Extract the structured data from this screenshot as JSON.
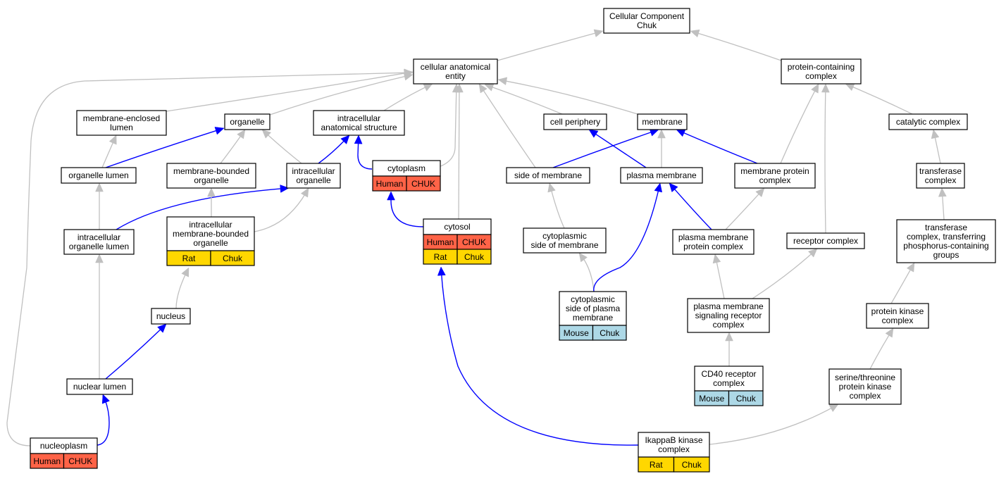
{
  "colors": {
    "human": "#ff6347",
    "rat": "#ffd700",
    "mouse": "#add8e6",
    "edge_is_a": "#c0c0c0",
    "edge_part_of": "#0000ff"
  },
  "nodes": [
    {
      "id": "cc",
      "lines": [
        "Cellular Component",
        "Chuk"
      ]
    },
    {
      "id": "cae",
      "lines": [
        "cellular anatomical",
        "entity"
      ]
    },
    {
      "id": "pcc",
      "lines": [
        "protein-containing",
        "complex"
      ]
    },
    {
      "id": "mel",
      "lines": [
        "membrane-enclosed",
        "lumen"
      ]
    },
    {
      "id": "org",
      "lines": [
        "organelle"
      ]
    },
    {
      "id": "ias",
      "lines": [
        "intracellular",
        "anatomical structure"
      ]
    },
    {
      "id": "cp",
      "lines": [
        "cell periphery"
      ]
    },
    {
      "id": "mem",
      "lines": [
        "membrane"
      ]
    },
    {
      "id": "catc",
      "lines": [
        "catalytic complex"
      ]
    },
    {
      "id": "orgl",
      "lines": [
        "organelle lumen"
      ]
    },
    {
      "id": "mbo",
      "lines": [
        "membrane-bounded",
        "organelle"
      ]
    },
    {
      "id": "io",
      "lines": [
        "intracellular",
        "organelle"
      ]
    },
    {
      "id": "cyto",
      "lines": [
        "cytoplasm"
      ],
      "tags": [
        {
          "species": "Human",
          "gene": "CHUK"
        }
      ]
    },
    {
      "id": "som",
      "lines": [
        "side of membrane"
      ]
    },
    {
      "id": "pm",
      "lines": [
        "plasma membrane"
      ]
    },
    {
      "id": "mpc",
      "lines": [
        "membrane protein",
        "complex"
      ]
    },
    {
      "id": "tc",
      "lines": [
        "transferase",
        "complex"
      ]
    },
    {
      "id": "iol",
      "lines": [
        "intracellular",
        "organelle lumen"
      ]
    },
    {
      "id": "imbo",
      "lines": [
        "intracellular",
        "membrane-bounded",
        "organelle"
      ],
      "tags": [
        {
          "species": "Rat",
          "gene": "Chuk"
        }
      ]
    },
    {
      "id": "cytosol",
      "lines": [
        "cytosol"
      ],
      "tags": [
        {
          "species": "Human",
          "gene": "CHUK"
        },
        {
          "species": "Rat",
          "gene": "Chuk"
        }
      ]
    },
    {
      "id": "csom",
      "lines": [
        "cytoplasmic",
        "side of membrane"
      ]
    },
    {
      "id": "pmpc",
      "lines": [
        "plasma membrane",
        "protein complex"
      ]
    },
    {
      "id": "rc",
      "lines": [
        "receptor complex"
      ]
    },
    {
      "id": "tcpg",
      "lines": [
        "transferase",
        "complex, transferring",
        "phosphorus-containing",
        "groups"
      ]
    },
    {
      "id": "csopm",
      "lines": [
        "cytoplasmic",
        "side of plasma",
        "membrane"
      ],
      "tags": [
        {
          "species": "Mouse",
          "gene": "Chuk"
        }
      ]
    },
    {
      "id": "pmsrc",
      "lines": [
        "plasma membrane",
        "signaling receptor",
        "complex"
      ]
    },
    {
      "id": "nucleus",
      "lines": [
        "nucleus"
      ]
    },
    {
      "id": "pkc",
      "lines": [
        "protein kinase",
        "complex"
      ]
    },
    {
      "id": "nl",
      "lines": [
        "nuclear lumen"
      ]
    },
    {
      "id": "cd40",
      "lines": [
        "CD40 receptor",
        "complex"
      ],
      "tags": [
        {
          "species": "Mouse",
          "gene": "Chuk"
        }
      ]
    },
    {
      "id": "stpkc",
      "lines": [
        "serine/threonine",
        "protein kinase",
        "complex"
      ]
    },
    {
      "id": "np",
      "lines": [
        "nucleoplasm"
      ],
      "tags": [
        {
          "species": "Human",
          "gene": "CHUK"
        }
      ]
    },
    {
      "id": "ikk",
      "lines": [
        "IkappaB kinase",
        "complex"
      ],
      "tags": [
        {
          "species": "Rat",
          "gene": "Chuk"
        }
      ]
    }
  ],
  "edges": [
    {
      "from": "cae",
      "to": "cc",
      "type": "is_a"
    },
    {
      "from": "pcc",
      "to": "cc",
      "type": "is_a"
    },
    {
      "from": "mel",
      "to": "cae",
      "type": "is_a"
    },
    {
      "from": "org",
      "to": "cae",
      "type": "is_a"
    },
    {
      "from": "ias",
      "to": "cae",
      "type": "is_a"
    },
    {
      "from": "cp",
      "to": "cae",
      "type": "is_a"
    },
    {
      "from": "mem",
      "to": "cae",
      "type": "is_a"
    },
    {
      "from": "cyto",
      "to": "cae",
      "type": "is_a"
    },
    {
      "from": "cytosol",
      "to": "cae",
      "type": "is_a"
    },
    {
      "from": "som",
      "to": "cae",
      "type": "is_a"
    },
    {
      "from": "np",
      "to": "cae",
      "type": "is_a"
    },
    {
      "from": "catc",
      "to": "pcc",
      "type": "is_a"
    },
    {
      "from": "mpc",
      "to": "pcc",
      "type": "is_a"
    },
    {
      "from": "rc",
      "to": "pcc",
      "type": "is_a"
    },
    {
      "from": "orgl",
      "to": "mel",
      "type": "is_a"
    },
    {
      "from": "orgl",
      "to": "org",
      "type": "part_of"
    },
    {
      "from": "mbo",
      "to": "org",
      "type": "is_a"
    },
    {
      "from": "io",
      "to": "org",
      "type": "is_a"
    },
    {
      "from": "io",
      "to": "ias",
      "type": "part_of"
    },
    {
      "from": "cyto",
      "to": "ias",
      "type": "part_of"
    },
    {
      "from": "pm",
      "to": "cp",
      "type": "part_of"
    },
    {
      "from": "som",
      "to": "mem",
      "type": "part_of"
    },
    {
      "from": "pm",
      "to": "mem",
      "type": "is_a"
    },
    {
      "from": "mpc",
      "to": "mem",
      "type": "part_of"
    },
    {
      "from": "tc",
      "to": "catc",
      "type": "is_a"
    },
    {
      "from": "iol",
      "to": "orgl",
      "type": "is_a"
    },
    {
      "from": "iol",
      "to": "io",
      "type": "part_of"
    },
    {
      "from": "imbo",
      "to": "mbo",
      "type": "is_a"
    },
    {
      "from": "imbo",
      "to": "io",
      "type": "is_a"
    },
    {
      "from": "cytosol",
      "to": "cyto",
      "type": "part_of"
    },
    {
      "from": "csom",
      "to": "som",
      "type": "is_a"
    },
    {
      "from": "pmpc",
      "to": "pm",
      "type": "part_of"
    },
    {
      "from": "pmpc",
      "to": "mpc",
      "type": "is_a"
    },
    {
      "from": "tcpg",
      "to": "tc",
      "type": "is_a"
    },
    {
      "from": "csopm",
      "to": "csom",
      "type": "is_a"
    },
    {
      "from": "csopm",
      "to": "pm",
      "type": "part_of"
    },
    {
      "from": "pmsrc",
      "to": "pmpc",
      "type": "is_a"
    },
    {
      "from": "pmsrc",
      "to": "rc",
      "type": "is_a"
    },
    {
      "from": "nucleus",
      "to": "imbo",
      "type": "is_a"
    },
    {
      "from": "pkc",
      "to": "tcpg",
      "type": "is_a"
    },
    {
      "from": "nl",
      "to": "iol",
      "type": "is_a"
    },
    {
      "from": "nl",
      "to": "nucleus",
      "type": "part_of"
    },
    {
      "from": "cd40",
      "to": "pmsrc",
      "type": "is_a"
    },
    {
      "from": "stpkc",
      "to": "pkc",
      "type": "is_a"
    },
    {
      "from": "np",
      "to": "nl",
      "type": "part_of"
    },
    {
      "from": "ikk",
      "to": "cytosol",
      "type": "part_of"
    },
    {
      "from": "ikk",
      "to": "stpkc",
      "type": "is_a"
    }
  ]
}
